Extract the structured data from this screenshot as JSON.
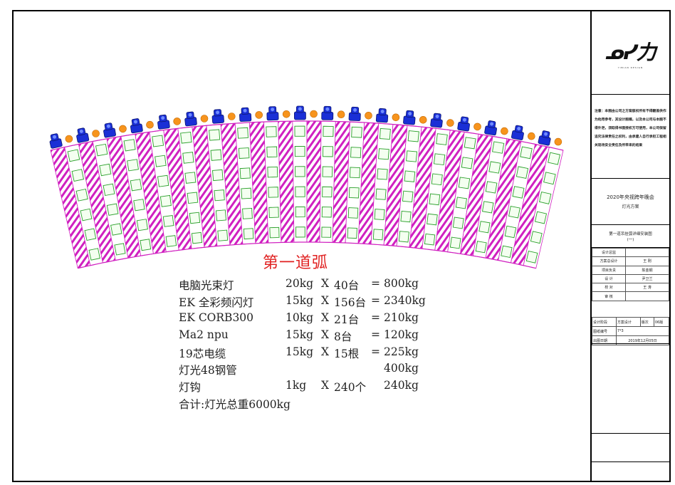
{
  "titleblock": {
    "logo_text": "ᓄᓯ力",
    "logo_sub": "YIBIAN DESIGN",
    "notice": "注意：本图由公司之方案版权所有不得翻盖供作为他用参考，其设计图稿，以及本公司与本图不得外泄，须取得书面授权方可使用，本公司保留追究法律责任之权利，由承建人自行承担工程相关现场安全责任及所带来的结果",
    "project_name": "2020年央视跨年晚会",
    "project_sub": "灯光方案",
    "drawing_name": "第一道吊挂弧详细安装图",
    "drawing_no": "(一)",
    "signoff": [
      {
        "role": "设计总监",
        "name": ""
      },
      {
        "role": "方案总设计",
        "name": "王 刚"
      },
      {
        "role": "项目负责",
        "name": "陈金钢"
      },
      {
        "role": "设 计",
        "name": "尹卫兰"
      },
      {
        "role": "校 对",
        "name": "王 涛"
      },
      {
        "role": "审 核",
        "name": ""
      }
    ],
    "info": {
      "stage_label": "设计阶段",
      "stage_value": "方案设计",
      "ver_label": "版次",
      "ver_value": "06版",
      "no_label": "图纸编号",
      "no_value": "7*3",
      "date_label": "出图日期",
      "date_value": "2019年12月05日"
    }
  },
  "diagram": {
    "caption": "第一道弧",
    "rows": [
      {
        "name": "电脑光束灯",
        "weight": "20kg",
        "x": "X",
        "qty": " 40台",
        "eq": "=",
        "total": "800kg"
      },
      {
        "name": "EK 全彩频闪灯",
        "weight": "15kg",
        "x": "X",
        "qty": "156台",
        "eq": "=",
        "total": "2340kg"
      },
      {
        "name": "EK CORB300",
        "weight": "10kg",
        "x": "X",
        "qty": " 21台",
        "eq": "=",
        "total": "210kg"
      },
      {
        "name": "Ma2 npu",
        "weight": "15kg",
        "x": "X",
        "qty": "  8台",
        "eq": "=",
        "total": "120kg"
      },
      {
        "name": "19芯电缆",
        "weight": "15kg",
        "x": "X",
        "qty": " 15根",
        "eq": "=",
        "total": "225kg"
      },
      {
        "name": "灯光48钢管",
        "weight": "",
        "x": "",
        "qty": "",
        "eq": "",
        "total": "400kg"
      },
      {
        "name": "灯钩",
        "weight": "1kg",
        "x": "X",
        "qty": "240个",
        "eq": "",
        "total": "240kg"
      },
      {
        "name": "合计:灯光总重6000kg",
        "weight": "",
        "x": "",
        "qty": "",
        "eq": "",
        "total": ""
      }
    ],
    "colors": {
      "beam_light": "#1a2fd6",
      "strobe": "#f7941d",
      "truss_magenta": "#d020c0",
      "truss_green": "#2ca02c",
      "caption": "#e02020"
    }
  }
}
